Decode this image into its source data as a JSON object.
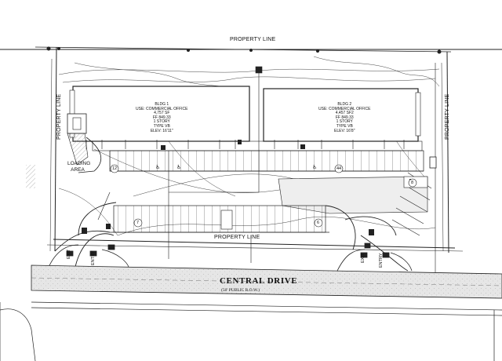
{
  "property_line_labels": {
    "top": "PROPERTY LINE",
    "left": "PROPERTY LINE",
    "right": "PROPERTY LINE",
    "bottom": "PROPERTY LINE"
  },
  "building_1": {
    "title": "BLDG 1",
    "use": "USE: COMMERCIAL OFFICE",
    "area": "4,757 SF",
    "footprint": "FF 849.33",
    "stories": "1 STORY",
    "type": "TYPE VB",
    "elev": "ELEV: 16'11\""
  },
  "building_2": {
    "title": "BLDG 2",
    "use": "USE: COMMERCIAL OFFICE",
    "area": "4,457 SF2",
    "footprint": "FF 849.33",
    "stories": "1 STORY",
    "type": "TYPE VB",
    "elev": "ELEV: 16'8\""
  },
  "loading_area": "LOADING AREA",
  "road": {
    "name": "CENTRAL DRIVE",
    "row": "(50' PUBLIC R.O.W.)"
  },
  "entrances": {
    "left_exit": "EXIT",
    "left_entry": "ENTRY",
    "right_exit": "EXIT",
    "right_entry": "ENTRY"
  },
  "space_counts": {
    "a": "12",
    "b": "44",
    "c": "8",
    "d": "7",
    "e": "6"
  },
  "colors": {
    "line": "#222222",
    "hatch": "#9a9a9a",
    "shade": "#dcdcdc",
    "paper": "#ffffff"
  },
  "icons": {
    "accessible_parking": "wheelchair-icon",
    "light_pole": "square-marker-icon"
  }
}
